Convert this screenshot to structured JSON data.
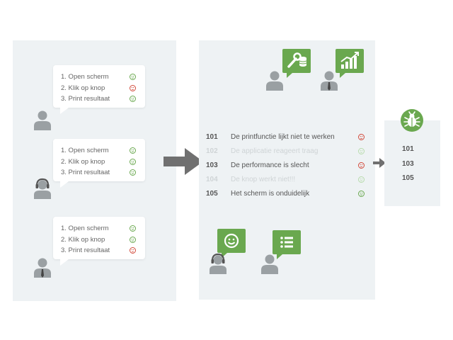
{
  "colors": {
    "panel": "#eef2f4",
    "green": "#6aa84f",
    "red": "#d24b3c",
    "avatar": "#9aa0a3",
    "arrow": "#707070"
  },
  "bubbles": [
    {
      "steps": [
        {
          "label": "1. Open scherm",
          "status": "happy"
        },
        {
          "label": "2. Klik op knop",
          "status": "sad"
        },
        {
          "label": "3. Print resultaat",
          "status": "happy"
        }
      ]
    },
    {
      "steps": [
        {
          "label": "1. Open scherm",
          "status": "happy"
        },
        {
          "label": "2. Klik op knop",
          "status": "happy"
        },
        {
          "label": "3. Print resultaat",
          "status": "happy"
        }
      ]
    },
    {
      "steps": [
        {
          "label": "1. Open scherm",
          "status": "happy"
        },
        {
          "label": "2. Klik op knop",
          "status": "happy"
        },
        {
          "label": "3. Print resultaat",
          "status": "sad"
        }
      ]
    }
  ],
  "issues": [
    {
      "id": "101",
      "text": "De printfunctie lijkt niet te werken",
      "status": "sad",
      "faded": false
    },
    {
      "id": "102",
      "text": "De applicatie reageert traag",
      "status": "happy",
      "faded": true
    },
    {
      "id": "103",
      "text": "De performance is slecht",
      "status": "sad",
      "faded": false
    },
    {
      "id": "104",
      "text": "De knop werkt niet!!!",
      "status": "happy",
      "faded": true
    },
    {
      "id": "105",
      "text": "Het scherm is onduidelijk",
      "status": "happy",
      "faded": false
    }
  ],
  "bugs": [
    "101",
    "103",
    "105"
  ],
  "icons": {
    "tools": "wrench-database-icon",
    "chart": "bar-chart-icon",
    "chat": "smiley-chat-icon",
    "list": "checklist-icon",
    "bug": "bug-icon"
  }
}
